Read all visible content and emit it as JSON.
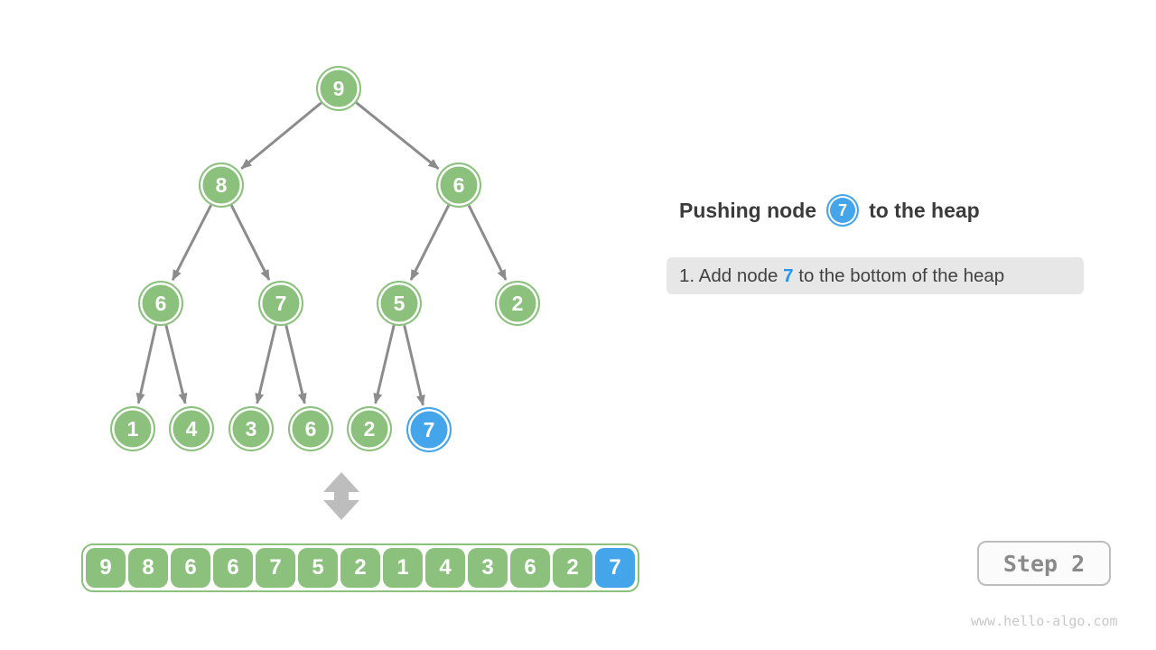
{
  "diagram": {
    "title": {
      "prefix": "Pushing node",
      "node_value": "7",
      "suffix": "to the heap"
    },
    "instruction": {
      "pre": "1. Add node ",
      "highlight": "7",
      "post": " to the bottom of the heap"
    },
    "tree": {
      "nodes": [
        {
          "value": "9",
          "highlighted": false
        },
        {
          "value": "8",
          "highlighted": false
        },
        {
          "value": "6",
          "highlighted": false
        },
        {
          "value": "6",
          "highlighted": false
        },
        {
          "value": "7",
          "highlighted": false
        },
        {
          "value": "5",
          "highlighted": false
        },
        {
          "value": "2",
          "highlighted": false
        },
        {
          "value": "1",
          "highlighted": false
        },
        {
          "value": "4",
          "highlighted": false
        },
        {
          "value": "3",
          "highlighted": false
        },
        {
          "value": "6",
          "highlighted": false
        },
        {
          "value": "2",
          "highlighted": false
        },
        {
          "value": "7",
          "highlighted": true
        }
      ],
      "edges": [
        [
          0,
          1
        ],
        [
          0,
          2
        ],
        [
          1,
          3
        ],
        [
          1,
          4
        ],
        [
          2,
          5
        ],
        [
          2,
          6
        ],
        [
          3,
          7
        ],
        [
          3,
          8
        ],
        [
          4,
          9
        ],
        [
          4,
          10
        ],
        [
          5,
          11
        ],
        [
          5,
          12
        ]
      ]
    },
    "array": {
      "values": [
        9,
        8,
        6,
        6,
        7,
        5,
        2,
        1,
        4,
        3,
        6,
        2,
        7
      ],
      "highlighted_index": 12
    }
  },
  "controls": {
    "step_button_label": "Step 2"
  },
  "footer": {
    "watermark": "www.hello-algo.com"
  },
  "colors": {
    "node_green": "#8CC17D",
    "node_blue": "#45A5EB",
    "text_blue": "#2196F3",
    "edge_gray": "#8C8C8C",
    "equivalence_arrow_gray": "#BDBDBD",
    "instruction_bg": "#E7E7E7",
    "title_text": "#3B3B3B",
    "button_text": "#8A8A8A",
    "watermark_text": "#C9C9C9"
  }
}
